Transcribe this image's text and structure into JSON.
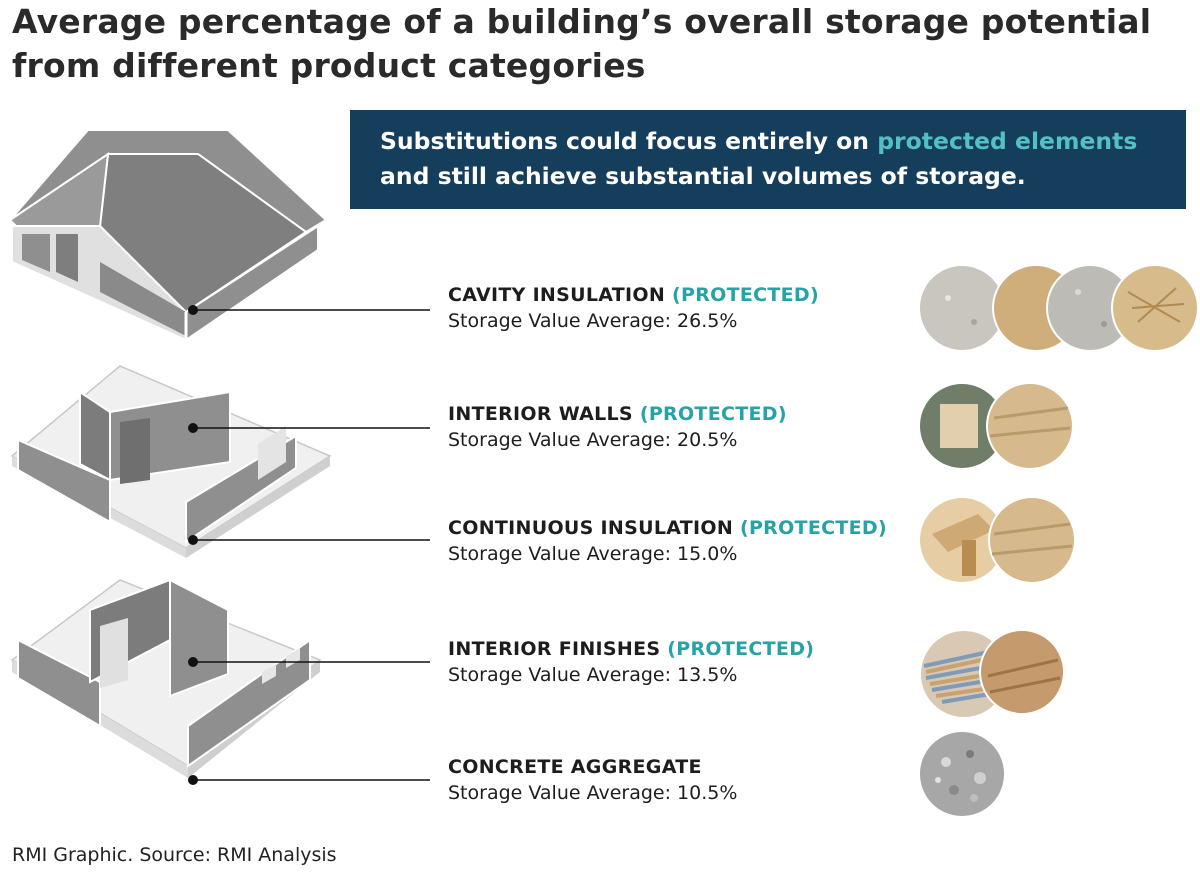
{
  "title": "Average percentage of a building’s overall storage potential from different product categories",
  "callout": {
    "text_before": "Substitutions could focus entirely on ",
    "highlight": "protected elements",
    "text_after": " and still achieve substantial volumes of storage."
  },
  "categories": [
    {
      "name": "CAVITY INSULATION",
      "tag": "(PROTECTED)",
      "value_label": "Storage Value Average: 26.5%",
      "percent": 26.5
    },
    {
      "name": "INTERIOR WALLS",
      "tag": "(PROTECTED)",
      "value_label": "Storage Value Average: 20.5%",
      "percent": 20.5
    },
    {
      "name": "CONTINUOUS INSULATION",
      "tag": "(PROTECTED)",
      "value_label": "Storage Value Average: 15.0%",
      "percent": 15.0
    },
    {
      "name": "INTERIOR FINISHES",
      "tag": "(PROTECTED)",
      "value_label": "Storage Value Average: 13.5%",
      "percent": 13.5
    },
    {
      "name": "CONCRETE AGGREGATE",
      "tag": "",
      "value_label": "Storage Value Average: 10.5%",
      "percent": 10.5
    }
  ],
  "source": "RMI Graphic. Source: RMI Analysis",
  "colors": {
    "callout_bg": "#153d5c",
    "highlight": "#53c1c4",
    "protected": "#27a3a6",
    "building_gray": "#8f8f8f",
    "building_dark": "#6e6e6e"
  },
  "icons": [
    "house-full-illustration",
    "house-walls-illustration",
    "house-shell-illustration",
    "insulation-material-photos",
    "interior-wall-material-photos",
    "continuous-insulation-photos",
    "interior-finish-photos",
    "concrete-aggregate-photo"
  ]
}
